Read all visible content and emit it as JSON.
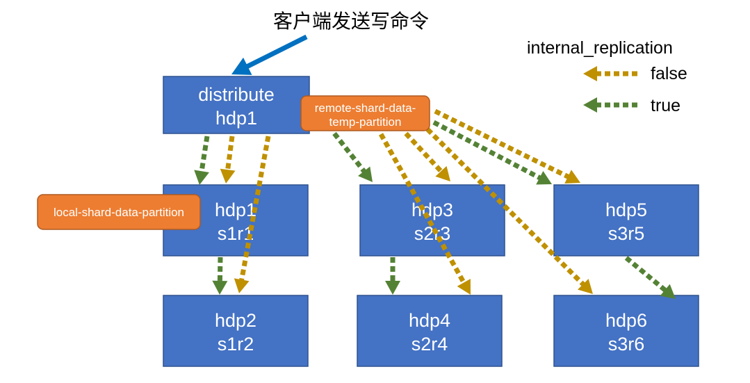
{
  "title": "客户端发送写命令",
  "legend": {
    "title": "internal_replication",
    "items": [
      {
        "label": "false",
        "color": "#BF9000"
      },
      {
        "label": "true",
        "color": "#548235"
      }
    ]
  },
  "colors": {
    "node_fill": "#4472C4",
    "node_border": "#2F528F",
    "label_fill": "#ED7D31",
    "label_border": "#AE5A21",
    "client_arrow": "#0070C0"
  },
  "nodes": [
    {
      "line1": "distribute",
      "line2": "hdp1"
    },
    {
      "line1": "hdp1",
      "line2": "s1r1"
    },
    {
      "line1": "hdp3",
      "line2": "s2r3"
    },
    {
      "line1": "hdp5",
      "line2": "s3r5"
    },
    {
      "line1": "hdp2",
      "line2": "s1r2"
    },
    {
      "line1": "hdp4",
      "line2": "s2r4"
    },
    {
      "line1": "hdp6",
      "line2": "s3r6"
    }
  ],
  "labels": {
    "remote": {
      "line1": "remote-shard-data-",
      "line2": "temp-partition"
    },
    "local": {
      "text": "local-shard-data-partition"
    }
  }
}
